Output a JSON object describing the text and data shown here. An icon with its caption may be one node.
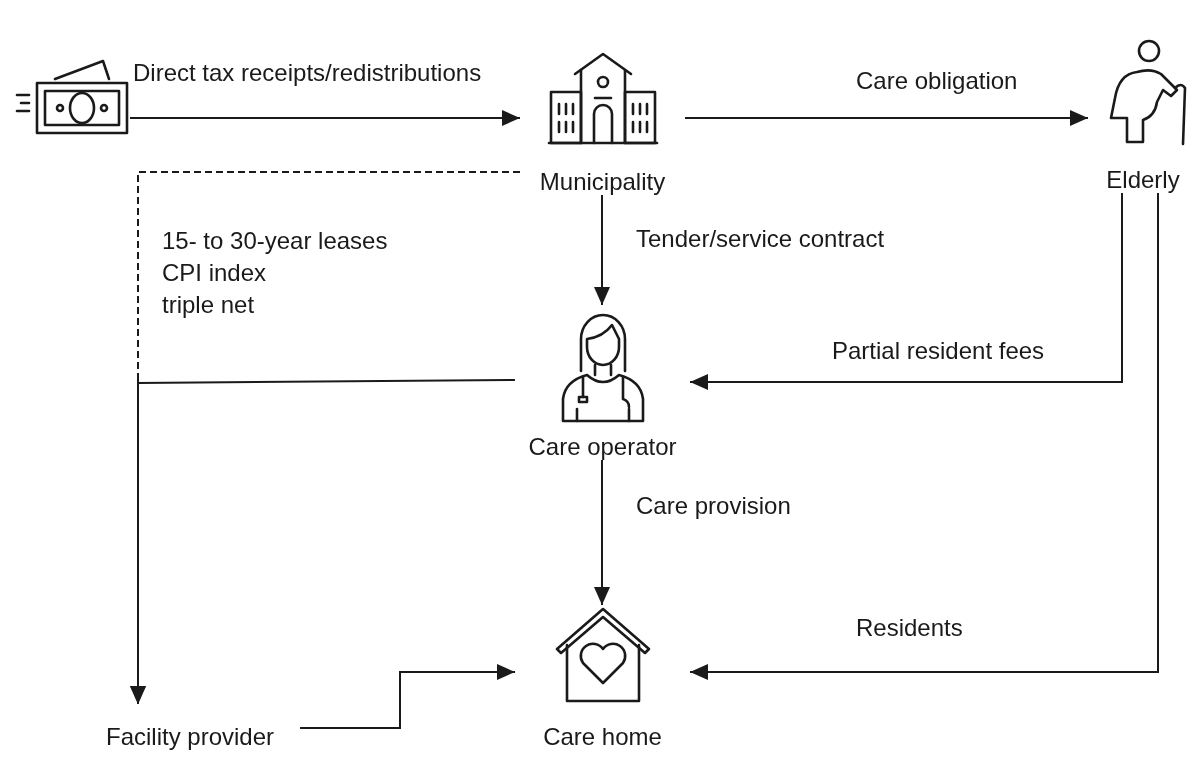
{
  "diagram": {
    "nodes": [
      {
        "text": [],
        "shape": "picture"
      },
      {
        "text": [
          "Municipality"
        ]
      },
      {
        "text": [
          "Elderly"
        ]
      },
      {
        "text": [
          "Care operator"
        ]
      },
      {
        "text": [
          "Facility provider"
        ]
      },
      {
        "text": [
          "Care home"
        ]
      }
    ],
    "edges": [
      {
        "from": 0,
        "to": 1,
        "arrow": "to",
        "label": "Direct tax receipts/redistributions"
      },
      {
        "from": 1,
        "to": 2,
        "arrow": "to",
        "label": "Care obligation"
      },
      {
        "from": 1,
        "to": 3,
        "arrow": "to",
        "label": "Tender/service contract"
      },
      {
        "from": 2,
        "to": 3,
        "arrow": "to",
        "label": "Partial resident fees"
      },
      {
        "from": 3,
        "to": 5,
        "arrow": "to",
        "label": "Care provision"
      },
      {
        "from": 2,
        "to": 5,
        "arrow": "to",
        "label": "Residents"
      },
      {
        "from": 4,
        "to": 5,
        "arrow": "to"
      },
      {
        "from": 1,
        "to": 4,
        "arrow": "to",
        "style": "dashed"
      },
      {
        "from": 3,
        "to": 4,
        "arrow": "to"
      }
    ],
    "labels": [
      "15- to 30-year leases",
      "CPI index",
      "triple net"
    ]
  }
}
